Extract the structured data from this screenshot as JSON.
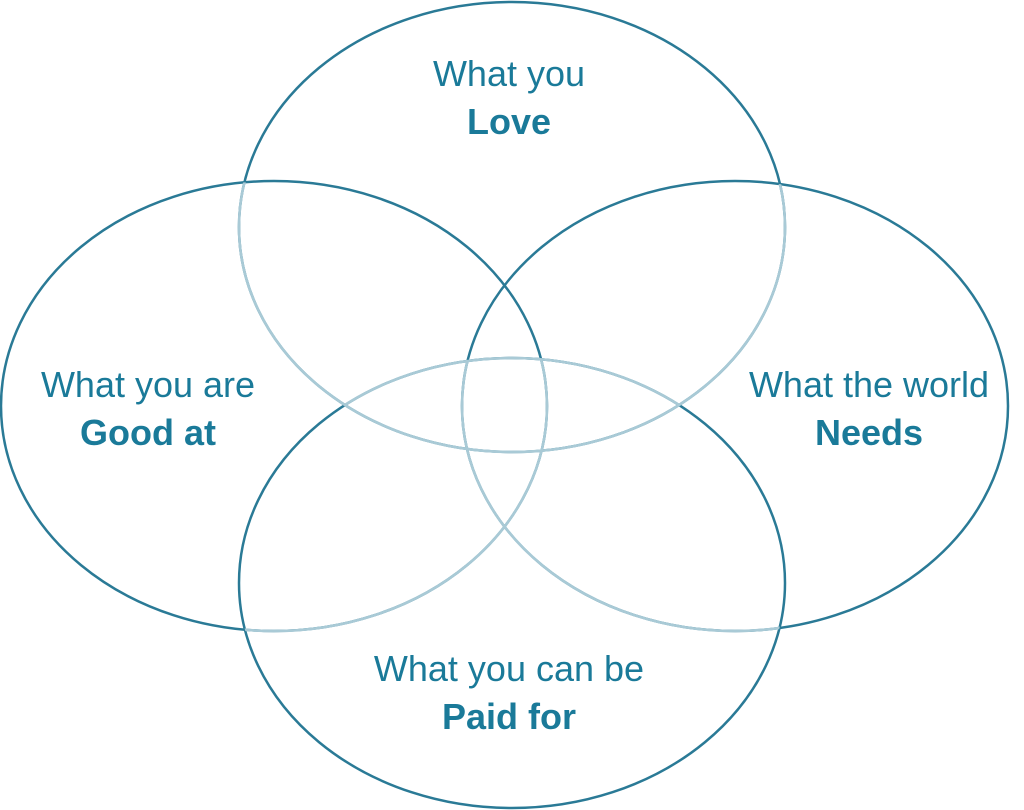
{
  "colors": {
    "outline": "#2a7a96",
    "overlap_outline": "#9fc3d0",
    "text": "#1a7a99",
    "background": "#ffffff"
  },
  "circles": {
    "love": {
      "line1": "What you",
      "line2": "Love"
    },
    "good": {
      "line1": "What you are",
      "line2": "Good at"
    },
    "needs": {
      "line1": "What the world",
      "line2": "Needs"
    },
    "paid": {
      "line1": "What you can be",
      "line2": "Paid for"
    }
  }
}
